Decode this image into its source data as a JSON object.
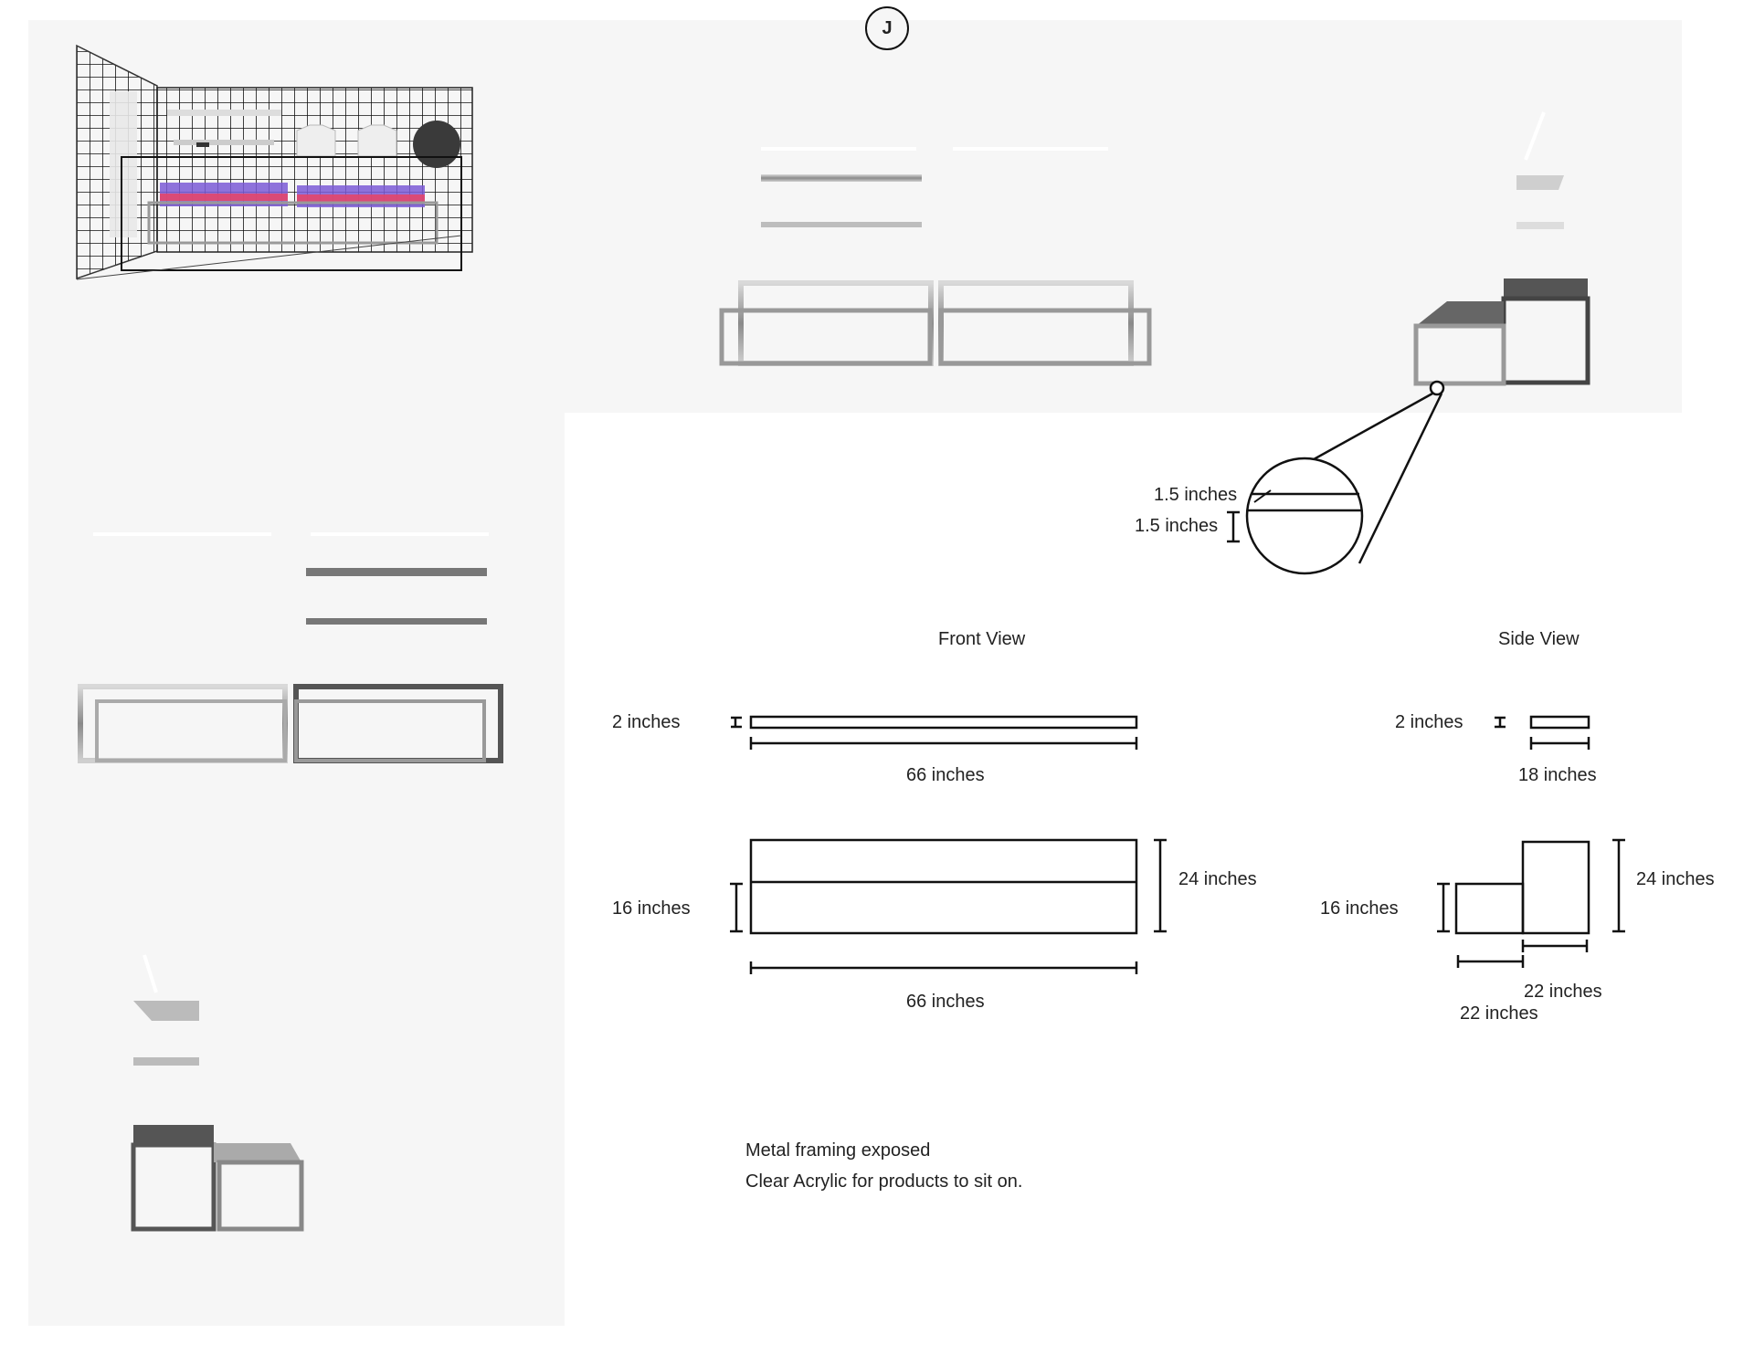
{
  "sheet": {
    "marker": "J"
  },
  "views": {
    "front_title": "Front View",
    "side_title": "Side View"
  },
  "detail": {
    "top_thickness": "1.5 inches",
    "frame_thickness": "1.5 inches"
  },
  "front_view": {
    "shelf_height": "2 inches",
    "shelf_width": "66 inches",
    "table_low_height": "16 inches",
    "table_high_height": "24 inches",
    "table_width": "66 inches"
  },
  "side_view": {
    "shelf_height": "2 inches",
    "shelf_depth": "18 inches",
    "table_low_height": "16 inches",
    "table_high_height": "24 inches",
    "high_depth": "22 inches",
    "low_depth": "22 inches"
  },
  "notes": [
    "Metal framing exposed",
    "Clear Acrylic for products to sit on."
  ],
  "colors": {
    "panel": "#f6f6f6",
    "line": "#111111",
    "metal": "#8c8c8c",
    "dark_top": "#555555"
  }
}
